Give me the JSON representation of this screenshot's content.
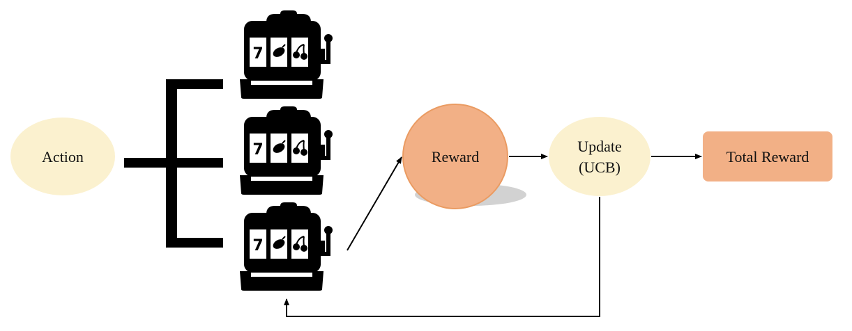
{
  "colors": {
    "light_node": "#fbf1cf",
    "reward_node": "#f2b086",
    "reward_border": "#ea9b62",
    "total_node": "#f2b086",
    "ink": "#000000",
    "shadow": "#bfbfbf"
  },
  "nodes": {
    "action": {
      "label": "Action"
    },
    "reward": {
      "label": "Reward"
    },
    "update": {
      "line1": "Update",
      "line2": "(UCB)"
    },
    "total_reward": {
      "label": "Total Reward"
    }
  },
  "slot_machines": [
    {
      "icon": "slot-machine-icon",
      "reels": [
        "7",
        "lemon-icon",
        "cherry-icon"
      ]
    },
    {
      "icon": "slot-machine-icon",
      "reels": [
        "7",
        "lemon-icon",
        "cherry-icon"
      ]
    },
    {
      "icon": "slot-machine-icon",
      "reels": [
        "7",
        "lemon-icon",
        "cherry-icon"
      ]
    }
  ]
}
